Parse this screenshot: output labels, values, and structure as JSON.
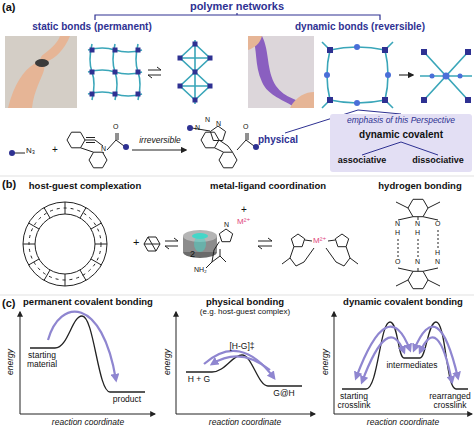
{
  "diagram": {
    "nodes": [
      {
        "text": [
          "emphasis of this Perspective",
          "dynamic covalent",
          "associative",
          "dissociative"
        ]
      }
    ],
    "labels": [
      "(a)",
      "polymer networks",
      "static bonds (permanent)",
      "dynamic bonds (reversible)",
      "N₃",
      "+",
      "O",
      "N",
      "irreversible",
      "N",
      "N",
      "N",
      "O",
      "physical",
      "(b)",
      "host-guest complexation",
      "metal-ligand coordination",
      "hydrogen bonding",
      "+",
      "2",
      "NH₂",
      "N",
      "+",
      "M²⁺",
      "M²⁺",
      "N",
      "N",
      "O",
      "H",
      "H",
      "H",
      "O",
      "N",
      "N",
      "(c)",
      "permanent covalent bonding",
      "starting material",
      "product",
      "energy",
      "reaction coordinate",
      "physical bonding",
      "(e.g. host-guest complex)",
      "[H-G]‡",
      "H + G",
      "G@H",
      "energy",
      "reaction coordinate",
      "dynamic covalent bonding",
      "intermediates",
      "starting crosslink",
      "rearranged crosslink",
      "energy",
      "reaction coordinate"
    ]
  }
}
